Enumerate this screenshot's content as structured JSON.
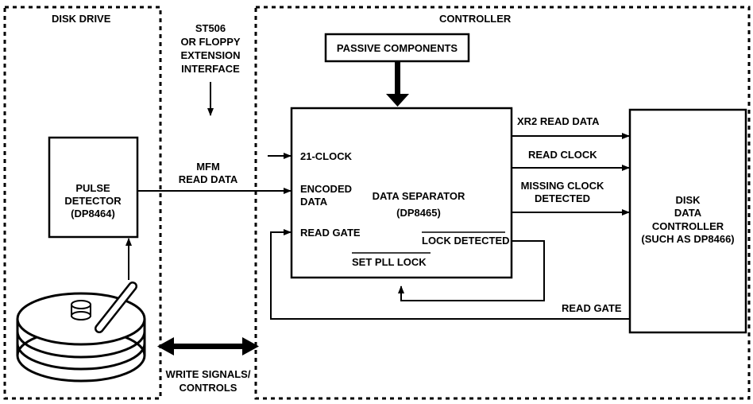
{
  "regions": {
    "disk_drive": "DISK DRIVE",
    "controller": "CONTROLLER",
    "interface": [
      "ST506",
      "OR FLOPPY",
      "EXTENSION",
      "INTERFACE"
    ]
  },
  "blocks": {
    "passive_components": "PASSIVE COMPONENTS",
    "pulse_detector": [
      "PULSE",
      "DETECTOR",
      "(DP8464)"
    ],
    "data_separator": [
      "DATA SEPARATOR",
      "(DP8465)"
    ],
    "disk_data_controller": [
      "DISK",
      "DATA",
      "CONTROLLER",
      "(SUCH AS DP8466)"
    ]
  },
  "signals": {
    "mfm_read_data": [
      "MFM",
      "READ DATA"
    ],
    "clock_21": "21-CLOCK",
    "encoded_data": [
      "ENCODED",
      "DATA"
    ],
    "read_gate_in": "READ GATE",
    "lock_detected": "LOCK DETECTED",
    "set_pll_lock": "SET PLL LOCK",
    "xr2_read_data": "XR2 READ DATA",
    "read_clock": "READ CLOCK",
    "missing_clock": [
      "MISSING CLOCK",
      "DETECTED"
    ],
    "read_gate_out": "READ GATE",
    "write_signals": [
      "WRITE SIGNALS/",
      "CONTROLS"
    ]
  }
}
